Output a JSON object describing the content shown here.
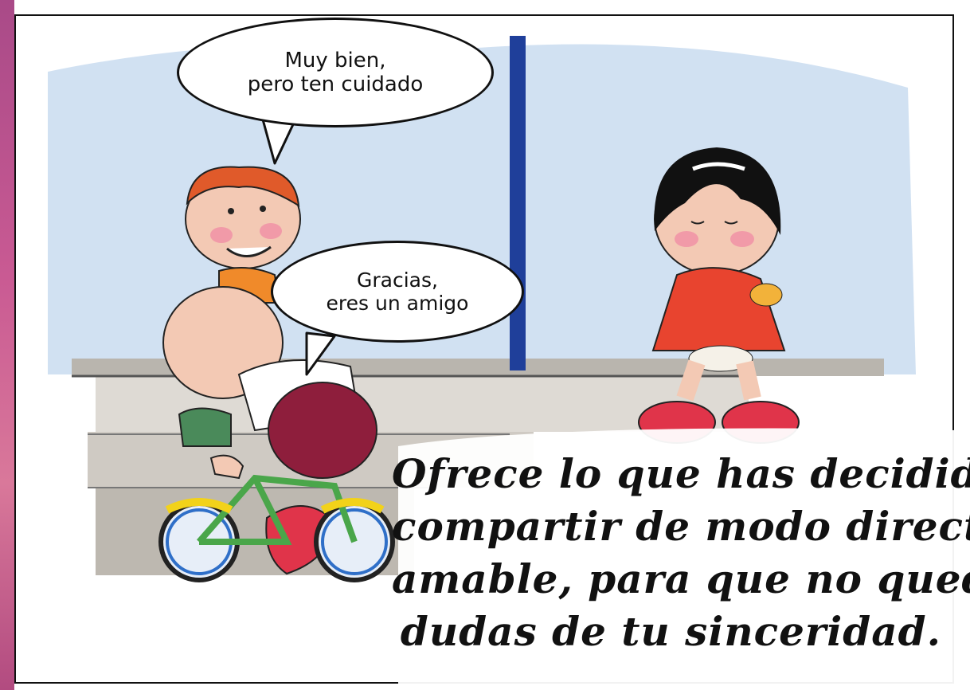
{
  "bubbles": {
    "boy": {
      "lines": [
        "Muy bien,",
        "pero ten cuidado"
      ]
    },
    "cyclist": {
      "lines": [
        "Gracias,",
        "eres un amigo"
      ]
    }
  },
  "caption": {
    "lines": [
      "Ofrece lo que has decidido",
      "compartir de modo directo y",
      "amable, para que no queden",
      "dudas de tu sinceridad."
    ]
  },
  "colors": {
    "sky": "#c9dcf0",
    "pole": "#1f3f9a",
    "wall": "#d8d4cf",
    "skin": "#f3c9b4",
    "hair_boy": "#e05a2a",
    "shirt_boy": "#f08a2a",
    "dress_girl": "#e8442f",
    "shoes_girl": "#e0344a",
    "bike_frame": "#4aa64a",
    "bike_wheel": "#2f6fc8",
    "bike_fender": "#f2d21a",
    "cyclist_pants": "#8e1e3c"
  }
}
